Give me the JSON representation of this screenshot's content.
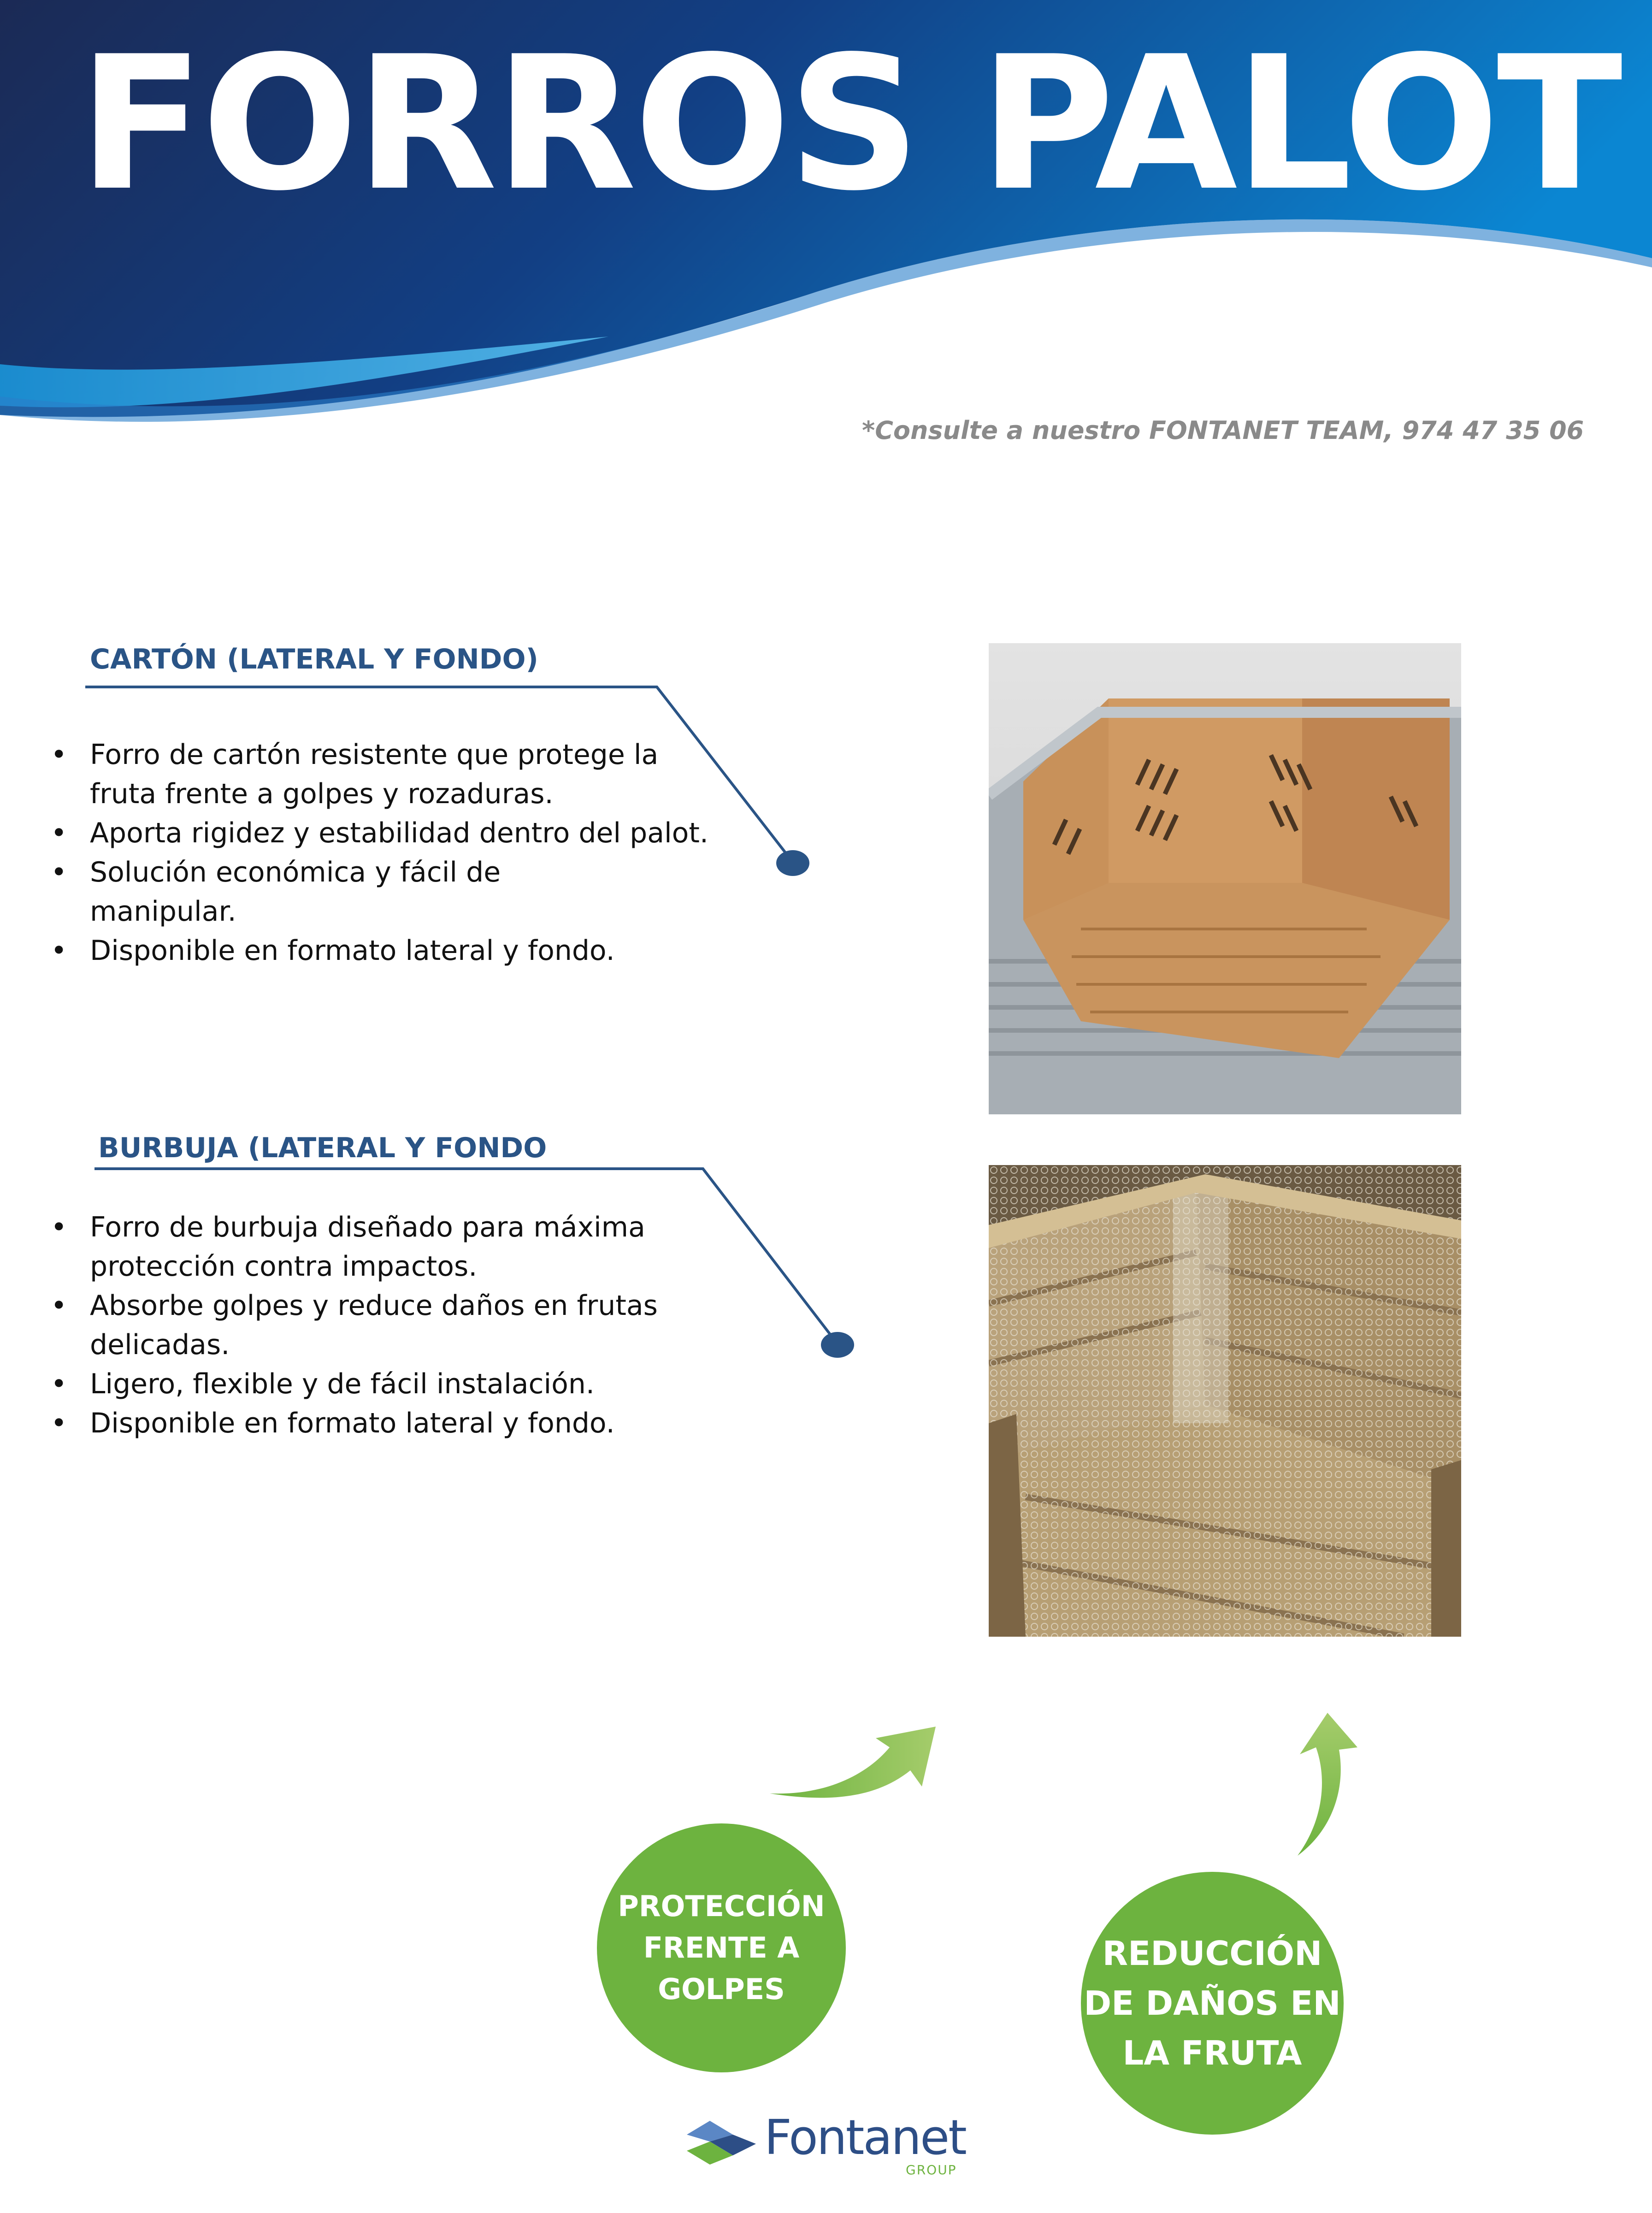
{
  "header": {
    "title": "FORROS PALOT",
    "contact": "*Consulte a nuestro FONTANET TEAM, 974 47 35 06"
  },
  "sections": [
    {
      "title": "CARTÓN (LATERAL Y FONDO)",
      "bullets": [
        [
          "Forro de cartón resistente que protege la",
          "fruta frente a golpes y rozaduras."
        ],
        [
          "Aporta rigidez y estabilidad dentro del palot."
        ],
        [
          "Solución económica y fácil de",
          "manipular."
        ],
        [
          "Disponible en formato lateral y fondo."
        ]
      ],
      "image_icon": "cardboard-liner-photo"
    },
    {
      "title": "BURBUJA (LATERAL Y FONDO",
      "bullets": [
        [
          "Forro de burbuja diseñado para máxima",
          "protección contra impactos."
        ],
        [
          "Absorbe golpes y reduce daños en frutas",
          "delicadas."
        ],
        [
          "Ligero, flexible y de fácil instalación."
        ],
        [
          "Disponible en formato lateral y fondo."
        ]
      ],
      "image_icon": "bubble-liner-photo"
    }
  ],
  "badges": [
    {
      "lines": [
        "PROTECCIÓN",
        "FRENTE A",
        "GOLPES"
      ]
    },
    {
      "lines": [
        "REDUCCIÓN",
        "DE DAÑOS EN",
        "LA FRUTA"
      ]
    }
  ],
  "logo": {
    "name": "Fontanet",
    "sub": "GROUP"
  },
  "colors": {
    "header_dark": "#1b2a55",
    "header_blue": "#0b83cf",
    "section_title": "#2a5486",
    "badge_green": "#6db33f",
    "logo_blue": "#2d4e86"
  }
}
